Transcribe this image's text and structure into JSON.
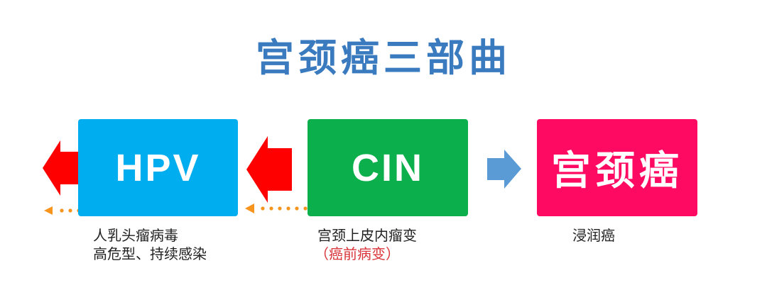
{
  "title": "宫颈癌三部曲",
  "stages": [
    {
      "label": "HPV",
      "color": "#00aeef",
      "caption_lines": [
        "人乳头瘤病毒",
        "高危型、持续感染"
      ]
    },
    {
      "label": "CIN",
      "color": "#0bb04c",
      "caption_lines": [
        "宫颈上皮内瘤变"
      ],
      "caption_note": "（癌前病变）",
      "caption_note_color": "#d9343a"
    },
    {
      "label": "宫颈癌",
      "color": "#ff0a63",
      "caption_lines": [
        "浸润癌"
      ]
    }
  ],
  "arrows": {
    "regression_color": "#ff0000",
    "dotted_color": "#f7941d",
    "progression_color": "#5b9bd5"
  }
}
